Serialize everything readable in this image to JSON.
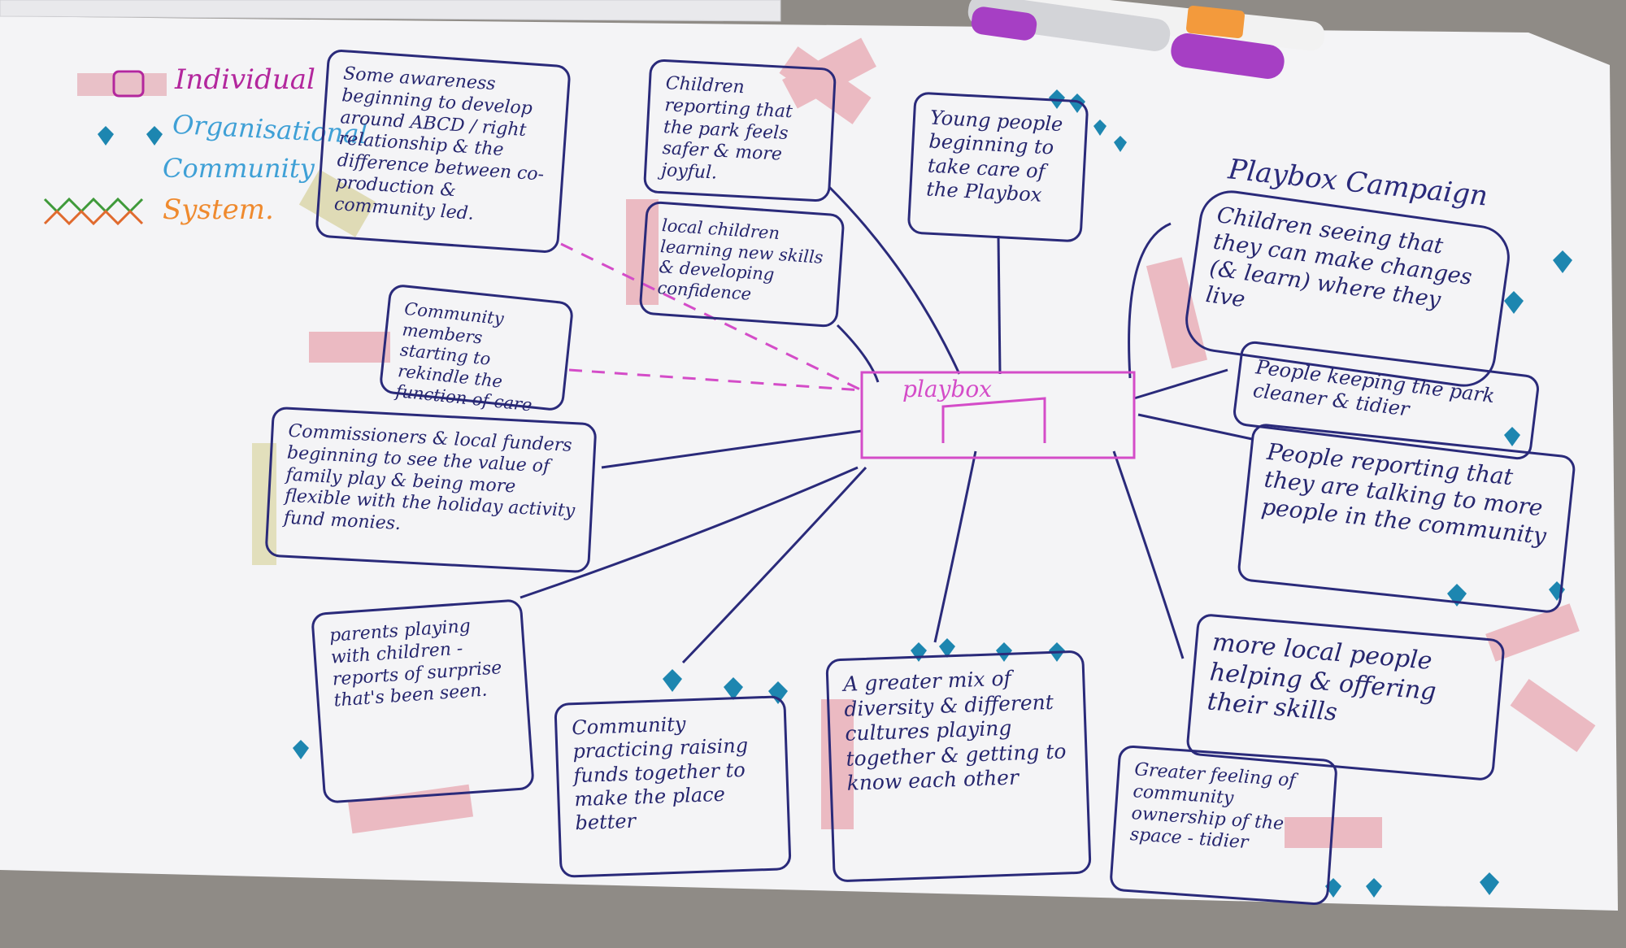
{
  "legend": {
    "individual": "Individual",
    "organisational": "Organisational",
    "community": "Community",
    "system": "System.",
    "colors": {
      "individual": "#b3279d",
      "organisational": "#3fa0d6",
      "community": "#3fa0d6",
      "system": "#ef8a2e"
    }
  },
  "center": {
    "label": "playbox"
  },
  "campaign_title": "Playbox Campaign",
  "cards": [
    "Some awareness beginning to develop around ABCD / right relationship & the difference between co-production & community led.",
    "Children reporting that the park feels safer & more joyful.",
    "Young people beginning to take care of the Playbox",
    "local children learning new skills & developing confidence",
    "Community members starting to rekindle the function of care",
    "Commissioners & local funders beginning to see the value of family play & being more flexible with the holiday activity fund monies.",
    "Children seeing that they can make changes (& learn) where they live",
    "People keeping the park cleaner & tidier",
    "People reporting that they are talking to more people in the community",
    "parents playing with children - reports of surprise that's been seen.",
    "Community practicing raising funds together to make the place better",
    "A greater mix of diversity & different cultures playing together & getting to know each other",
    "more local people helping & offering their skills",
    "Greater feeling of community ownership of the space - tidier"
  ]
}
